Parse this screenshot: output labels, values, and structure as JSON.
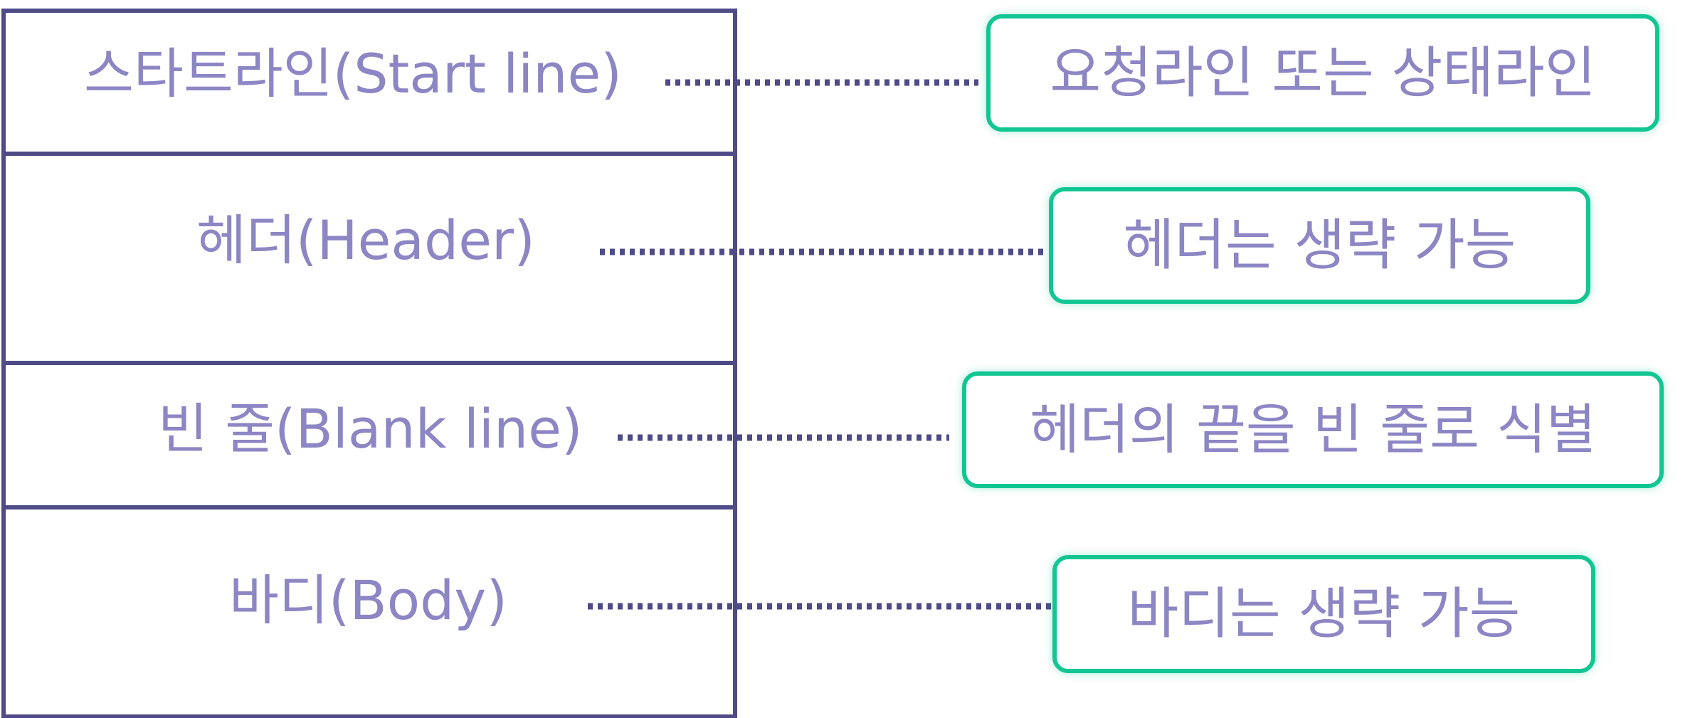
{
  "message_parts": [
    {
      "name": "스타트라인(Start line)",
      "note": "요청라인 또는 상태라인"
    },
    {
      "name": "헤더(Header)",
      "note": "헤더는 생략 가능"
    },
    {
      "name": "빈 줄(Blank line)",
      "note": "헤더의 끝을 빈 줄로 식별"
    },
    {
      "name": "바디(Body)",
      "note": "바디는 생략 가능"
    }
  ],
  "colors": {
    "frame": "#4e4b87",
    "text": "#8c86c4",
    "note_border": "#12c693",
    "connector": "#4e4b87"
  }
}
